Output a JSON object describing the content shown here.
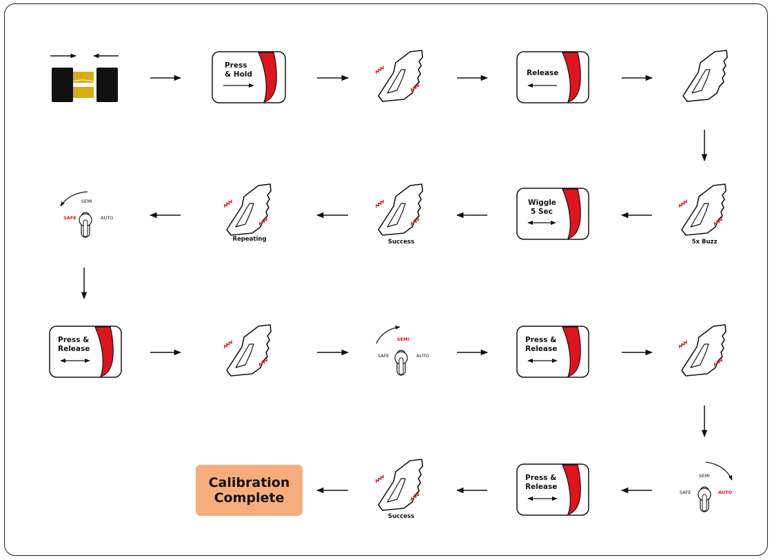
{
  "steps": {
    "press_hold": [
      "Press",
      "& Hold"
    ],
    "release": [
      "Release"
    ],
    "wiggle": [
      "Wiggle",
      "5 Sec"
    ],
    "press_release": [
      "Press &",
      "Release"
    ]
  },
  "captions": {
    "buzz": "5x Buzz",
    "success": "Success",
    "repeating": "Repeating"
  },
  "selector": {
    "safe": "SAFE",
    "semi": "SEMI",
    "auto": "AUTO"
  },
  "final": {
    "label": "Calibration\nComplete"
  },
  "colors": {
    "trigger_red": "#e0141b",
    "buzz_red": "#e0141b",
    "complete_fill": "#f7ad7b",
    "magnet_gold": "#d8ac14"
  }
}
